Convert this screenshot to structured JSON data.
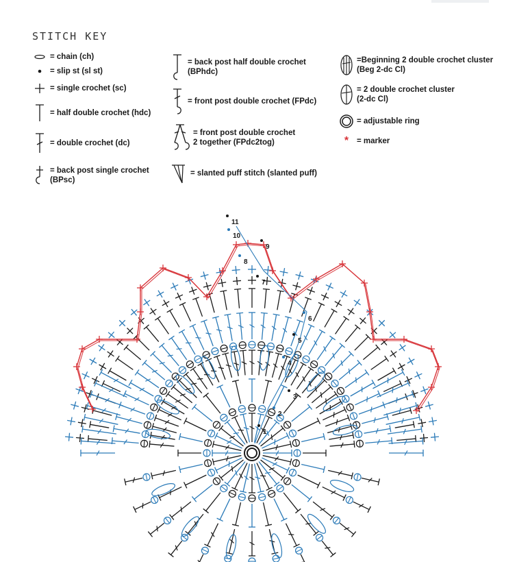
{
  "key": {
    "title": "STITCH KEY",
    "items": [
      {
        "id": "ch",
        "label": "= chain (ch)"
      },
      {
        "id": "slst",
        "label": "= slip st (sl st)"
      },
      {
        "id": "sc",
        "label": "= single crochet (sc)"
      },
      {
        "id": "hdc",
        "label": "= half double crochet (hdc)"
      },
      {
        "id": "dc",
        "label": "= double crochet (dc)"
      },
      {
        "id": "bpsc",
        "label": "= back post single crochet\n(BPsc)"
      },
      {
        "id": "bphdc",
        "label": "= back post half double crochet\n(BPhdc)"
      },
      {
        "id": "fpdc",
        "label": "= front post double crochet  (FPdc)"
      },
      {
        "id": "fpdc2tog",
        "label": "= front post double crochet\n2 together (FPdc2tog)"
      },
      {
        "id": "slantedpuff",
        "label": "= slanted puff stitch (slanted puff)"
      },
      {
        "id": "beg2dccl",
        "label": "=Beginning 2 double crochet cluster\n(Beg 2-dc Cl)"
      },
      {
        "id": "2dccl",
        "label": "= 2 double crochet cluster\n(2-dc Cl)"
      },
      {
        "id": "ring",
        "label": "= adjustable ring"
      },
      {
        "id": "marker",
        "label": "= marker"
      }
    ]
  },
  "diagram": {
    "round_numbers": [
      "1",
      "2",
      "3",
      "4",
      "5",
      "6",
      "7",
      "8",
      "9",
      "10",
      "11"
    ],
    "colors": {
      "black": "#1a1a1a",
      "blue": "#2a7ab8",
      "red": "#d8353a"
    }
  }
}
